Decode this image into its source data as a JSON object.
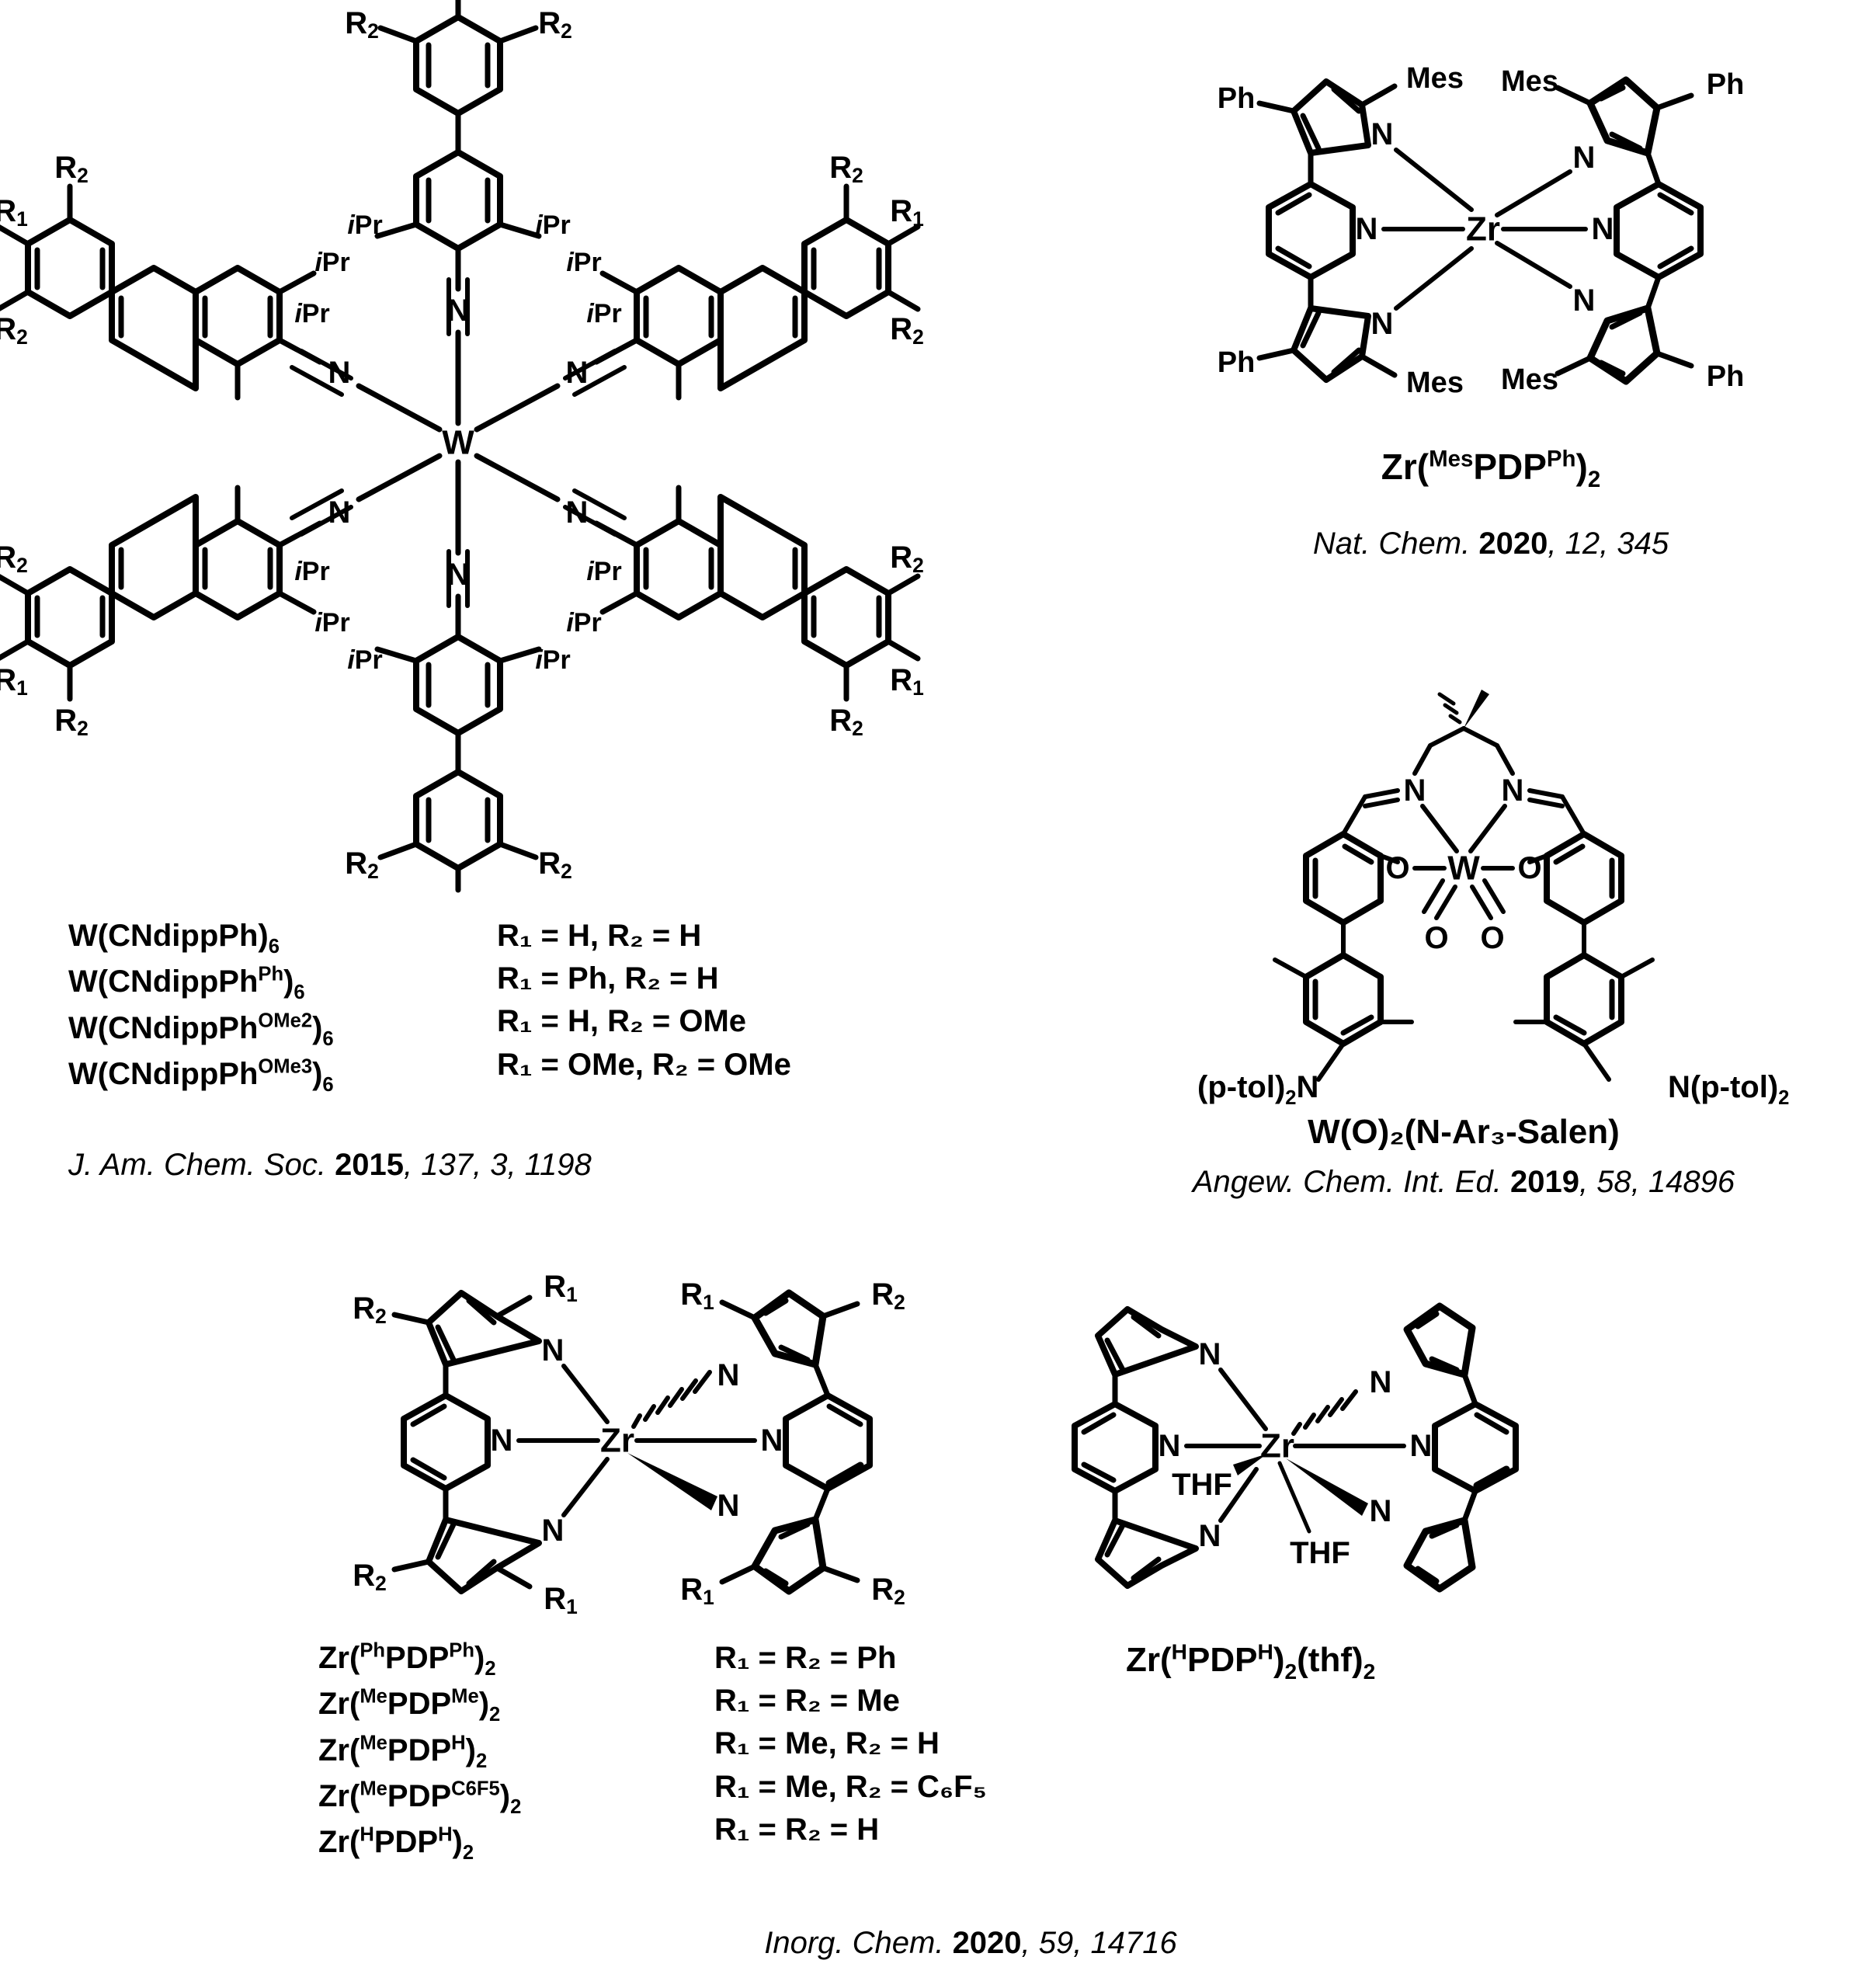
{
  "figure": {
    "description": "Chemical structure figure showing tungsten and zirconium photosensitizer complexes with literature citations",
    "panels": [
      {
        "id": "w-isocyanide",
        "metal": "W",
        "ligand_labels": [
          "N",
          "iPr",
          "R1",
          "R2"
        ],
        "names": [
          {
            "base": "W(CNdippPh",
            "sup": "",
            "tail": ")",
            "sub": "6"
          },
          {
            "base": "W(CNdippPh",
            "sup": "Ph",
            "tail": ")",
            "sub": "6"
          },
          {
            "base": "W(CNdippPh",
            "sup": "OMe2",
            "tail": ")",
            "sub": "6"
          },
          {
            "base": "W(CNdippPh",
            "sup": "OMe3",
            "tail": ")",
            "sub": "6"
          }
        ],
        "rdefs": [
          "R₁ = H, R₂ = H",
          "R₁ = Ph, R₂ = H",
          "R₁ = H, R₂ = OMe",
          "R₁ = OMe, R₂ = OMe"
        ],
        "citation": {
          "journal": "J. Am. Chem. Soc.",
          "year": "2015",
          "volume": "137",
          "issue": "3",
          "page": "1198"
        }
      },
      {
        "id": "zr-mes-pdp-ph",
        "metal": "Zr",
        "ligand_labels": [
          "N",
          "Ph",
          "Mes"
        ],
        "name": {
          "base": "Zr(",
          "sup_pre": "Mes",
          "mid": "PDP",
          "sup_post": "Ph",
          "tail": ")",
          "sub": "2"
        },
        "citation": {
          "journal": "Nat. Chem.",
          "year": "2020",
          "volume": "12",
          "page": "345"
        }
      },
      {
        "id": "w-salen",
        "metal": "W",
        "ligand_labels": [
          "N",
          "O",
          "(p-tol)₂N",
          "N(p-tol)₂"
        ],
        "name": {
          "text": "W(O)₂(N-Ar₃-Salen)"
        },
        "citation": {
          "journal": "Angew. Chem. Int. Ed.",
          "year": "2019",
          "volume": "58",
          "page": "14896"
        }
      },
      {
        "id": "zr-pdp-series",
        "metal": "Zr",
        "ligand_labels": [
          "N",
          "R1",
          "R2"
        ],
        "names": [
          {
            "base": "Zr(",
            "sup_pre": "Ph",
            "mid": "PDP",
            "sup_post": "Ph",
            "tail": ")",
            "sub": "2"
          },
          {
            "base": "Zr(",
            "sup_pre": "Me",
            "mid": "PDP",
            "sup_post": "Me",
            "tail": ")",
            "sub": "2"
          },
          {
            "base": "Zr(",
            "sup_pre": "Me",
            "mid": "PDP",
            "sup_post": "H",
            "tail": ")",
            "sub": "2"
          },
          {
            "base": "Zr(",
            "sup_pre": "Me",
            "mid": "PDP",
            "sup_post": "C6F5",
            "tail": ")",
            "sub": "2"
          },
          {
            "base": "Zr(",
            "sup_pre": "H",
            "mid": "PDP",
            "sup_post": "H",
            "tail": ")",
            "sub": "2"
          }
        ],
        "rdefs": [
          "R₁ = R₂ = Ph",
          "R₁ = R₂ = Me",
          "R₁ = Me, R₂ = H",
          "R₁ = Me, R₂ = C₆F₅",
          "R₁ = R₂ = H"
        ],
        "citation": {
          "journal": "Inorg. Chem.",
          "year": "2020",
          "volume": "59",
          "page": "14716"
        }
      },
      {
        "id": "zr-h-pdp-thf",
        "metal": "Zr",
        "ligand_labels": [
          "N",
          "THF"
        ],
        "name": {
          "base": "Zr(",
          "sup_pre": "H",
          "mid": "PDP",
          "sup_post": "H",
          "tail": ")",
          "sub": "2",
          "tail2": "(thf)",
          "sub2": "2"
        }
      }
    ]
  },
  "labels": {
    "W": "W",
    "Zr": "Zr",
    "N": "N",
    "O": "O",
    "Ph": "Ph",
    "Mes": "Mes",
    "THF": "THF",
    "iPr": "Pr",
    "iPr_prefix": "i",
    "R1": "R",
    "R1sub": "1",
    "R2": "R",
    "R2sub": "2",
    "ptolN_left": "(p-tol)",
    "ptolN_left_sub": "2",
    "ptolN_left_tail": "N",
    "ptolN_right": "N(p-tol)",
    "ptolN_right_sub": "2"
  },
  "names": {
    "w1": "W(CNdippPh)₆",
    "w2": "W(CNdippPh^Ph)₆",
    "w3": "W(CNdippPh^OMe2)₆",
    "w4": "W(CNdippPh^OMe3)₆",
    "zr_mes": "Zr(^MesPDP^Ph)₂",
    "w_salen": "W(O)₂(N-Ar₃-Salen)",
    "zr1": "Zr(^PhPDP^Ph)₂",
    "zr2": "Zr(^MePDP^Me)₂",
    "zr3": "Zr(^MePDP^H)₂",
    "zr4": "Zr(^MePDP^C6F5)₂",
    "zr5": "Zr(^HPDP^H)₂",
    "zr_thf": "Zr(^HPDP^H)₂(thf)₂"
  },
  "rdefs": {
    "w1": "R₁ = H, R₂ = H",
    "w2": "R₁ = Ph, R₂ = H",
    "w3": "R₁ = H, R₂ = OMe",
    "w4": "R₁ = OMe, R₂ = OMe",
    "zr1": "R₁ = R₂ = Ph",
    "zr2": "R₁ = R₂ = Me",
    "zr3": "R₁ = Me, R₂ = H",
    "zr4": "R₁ = Me, R₂ = C₆F₅",
    "zr5": "R₁ = R₂ = H"
  },
  "citations": {
    "jacs": {
      "journal": "J. Am. Chem. Soc.",
      "year": "2015",
      "rest": "137",
      "rest2": "3, 1198"
    },
    "natchem": {
      "journal": "Nat. Chem.",
      "year": "2020",
      "rest": "12",
      "rest2": "345"
    },
    "angew": {
      "journal": "Angew. Chem. Int. Ed.",
      "year": "2019",
      "rest": "58",
      "rest2": "14896"
    },
    "inorgchem": {
      "journal": "Inorg. Chem.",
      "year": "2020",
      "rest": "59",
      "rest2": "14716"
    }
  },
  "colors": {
    "ink": "#000000",
    "background": "#ffffff"
  }
}
